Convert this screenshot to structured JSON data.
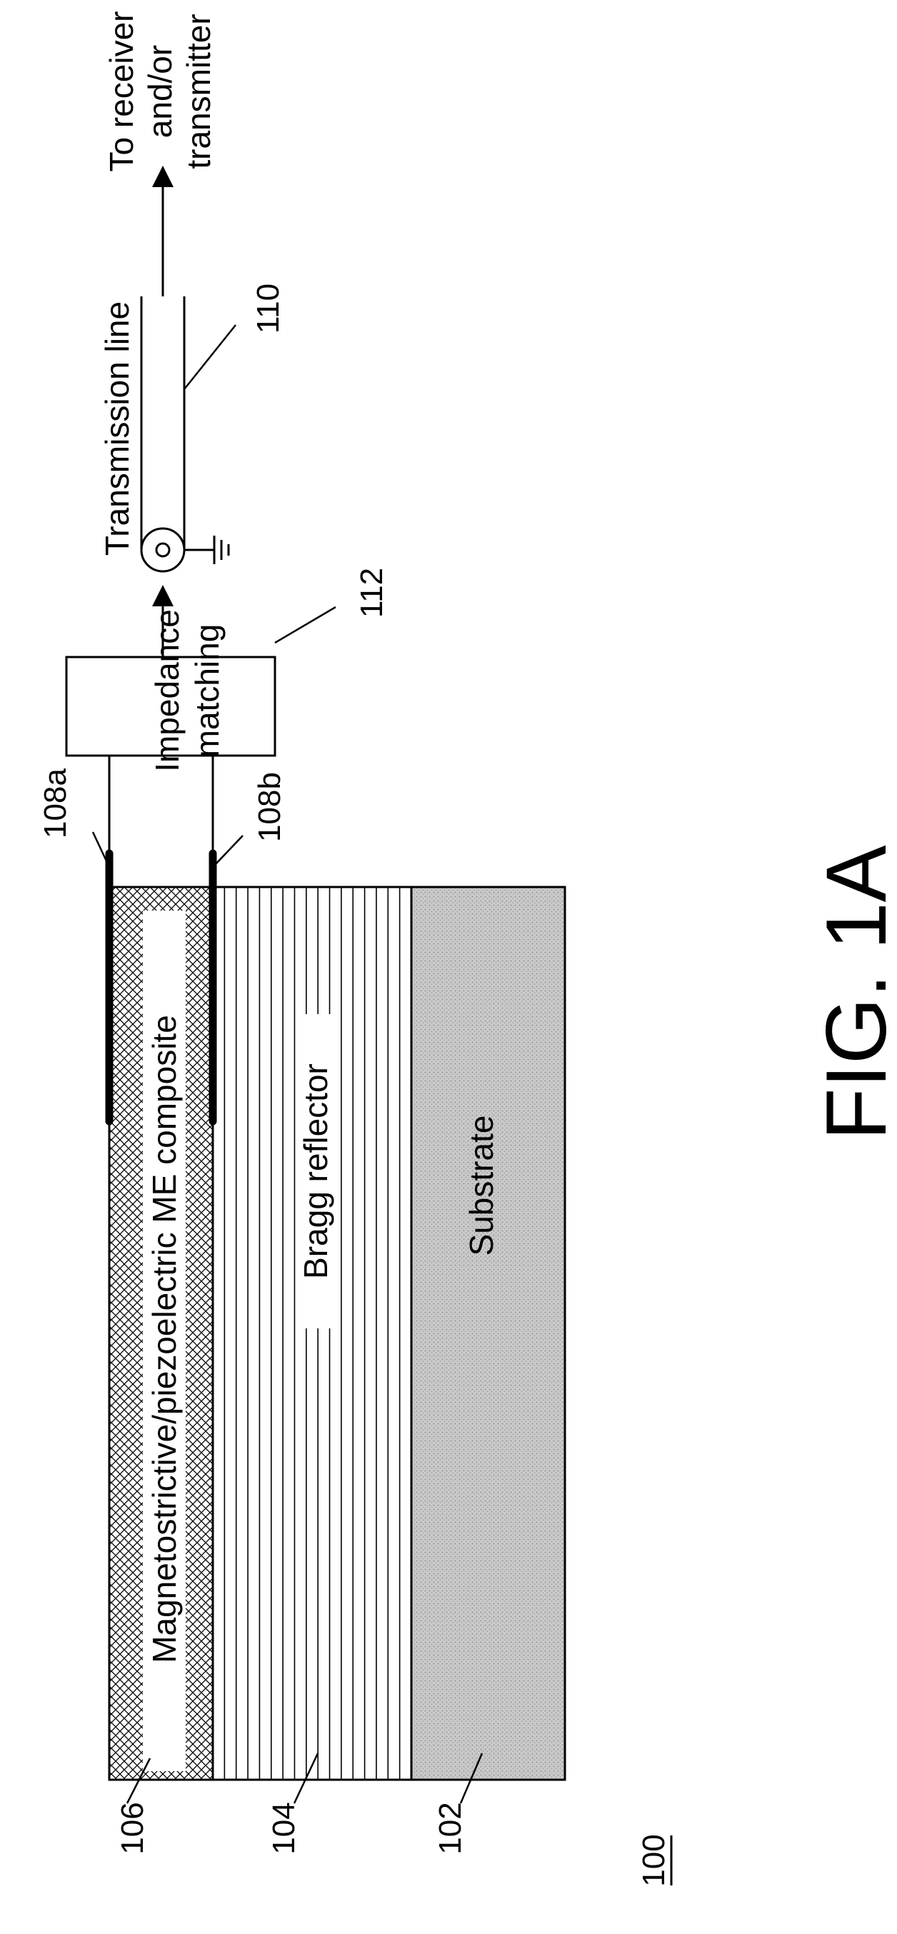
{
  "figure_label": "FIG. 1A",
  "device_ref": "100",
  "layers": {
    "me_composite": {
      "label": "Magnetostrictive/piezoelectric ME composite",
      "ref": "106"
    },
    "bragg_reflector": {
      "label": "Bragg reflector",
      "ref": "104"
    },
    "substrate": {
      "label": "Substrate",
      "ref": "102"
    }
  },
  "electrodes": {
    "top_ref": "108a",
    "bottom_ref": "108b"
  },
  "impedance_matching": {
    "line1": "Impedance",
    "line2": "matching",
    "ref": "112"
  },
  "transmission_line": {
    "label": "Transmission line",
    "ref": "110"
  },
  "output": {
    "line1": "To receiver",
    "line2": "and/or",
    "line3": "transmitter"
  },
  "colors": {
    "ink": "#000000",
    "substrate_fill": "#c9c9c9",
    "paper": "#ffffff"
  }
}
